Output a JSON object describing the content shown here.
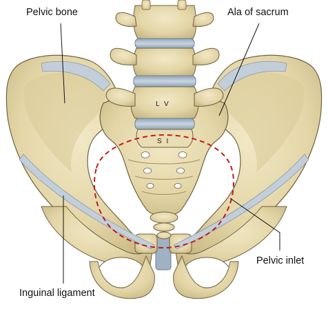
{
  "labels": {
    "pelvic_bone": "Pelvic bone",
    "ala_of_sacrum": "Ala of sacrum",
    "lv": "L V",
    "s1": "S I",
    "pelvic_inlet": "Pelvic inlet",
    "inguinal_ligament": "Inguinal ligament"
  },
  "colors": {
    "bone": "#e6d9ad",
    "bone_shadow": "#b9a978",
    "bone_outline": "#6e6140",
    "disc": "#aebdcc",
    "ligament": "#c3cedb",
    "inlet_dash": "#c01a1a",
    "leader": "#111111"
  }
}
